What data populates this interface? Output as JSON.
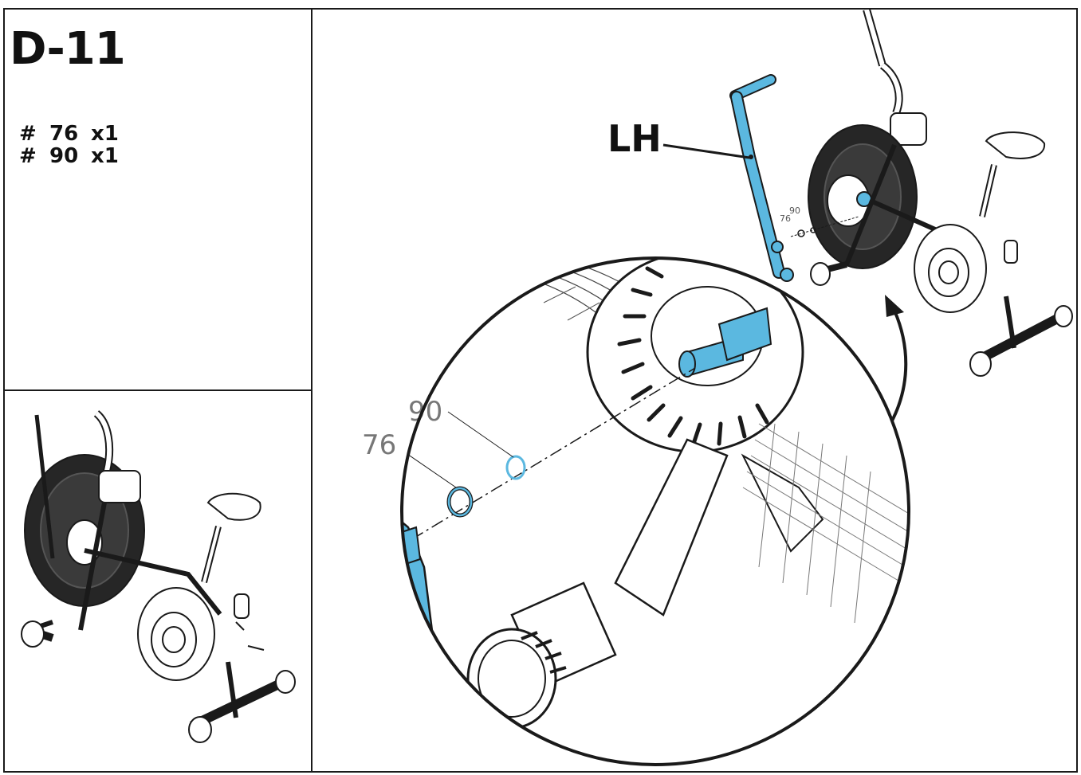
{
  "step": {
    "code": "D-11"
  },
  "parts": [
    {
      "hash": "#",
      "number": "76",
      "qty": "x1"
    },
    {
      "hash": "#",
      "number": "90",
      "qty": "x1"
    }
  ],
  "callouts": {
    "handle_label": "LH",
    "washer_a": "76",
    "washer_b": "90"
  },
  "colors": {
    "highlight": "#5bb8e0",
    "line": "#1a1a1a",
    "fan_dark": "#222222"
  },
  "icons": [
    "exercise-bike-illustration",
    "handle-arm-illustration",
    "washer-icon",
    "curved-arrow-icon"
  ]
}
